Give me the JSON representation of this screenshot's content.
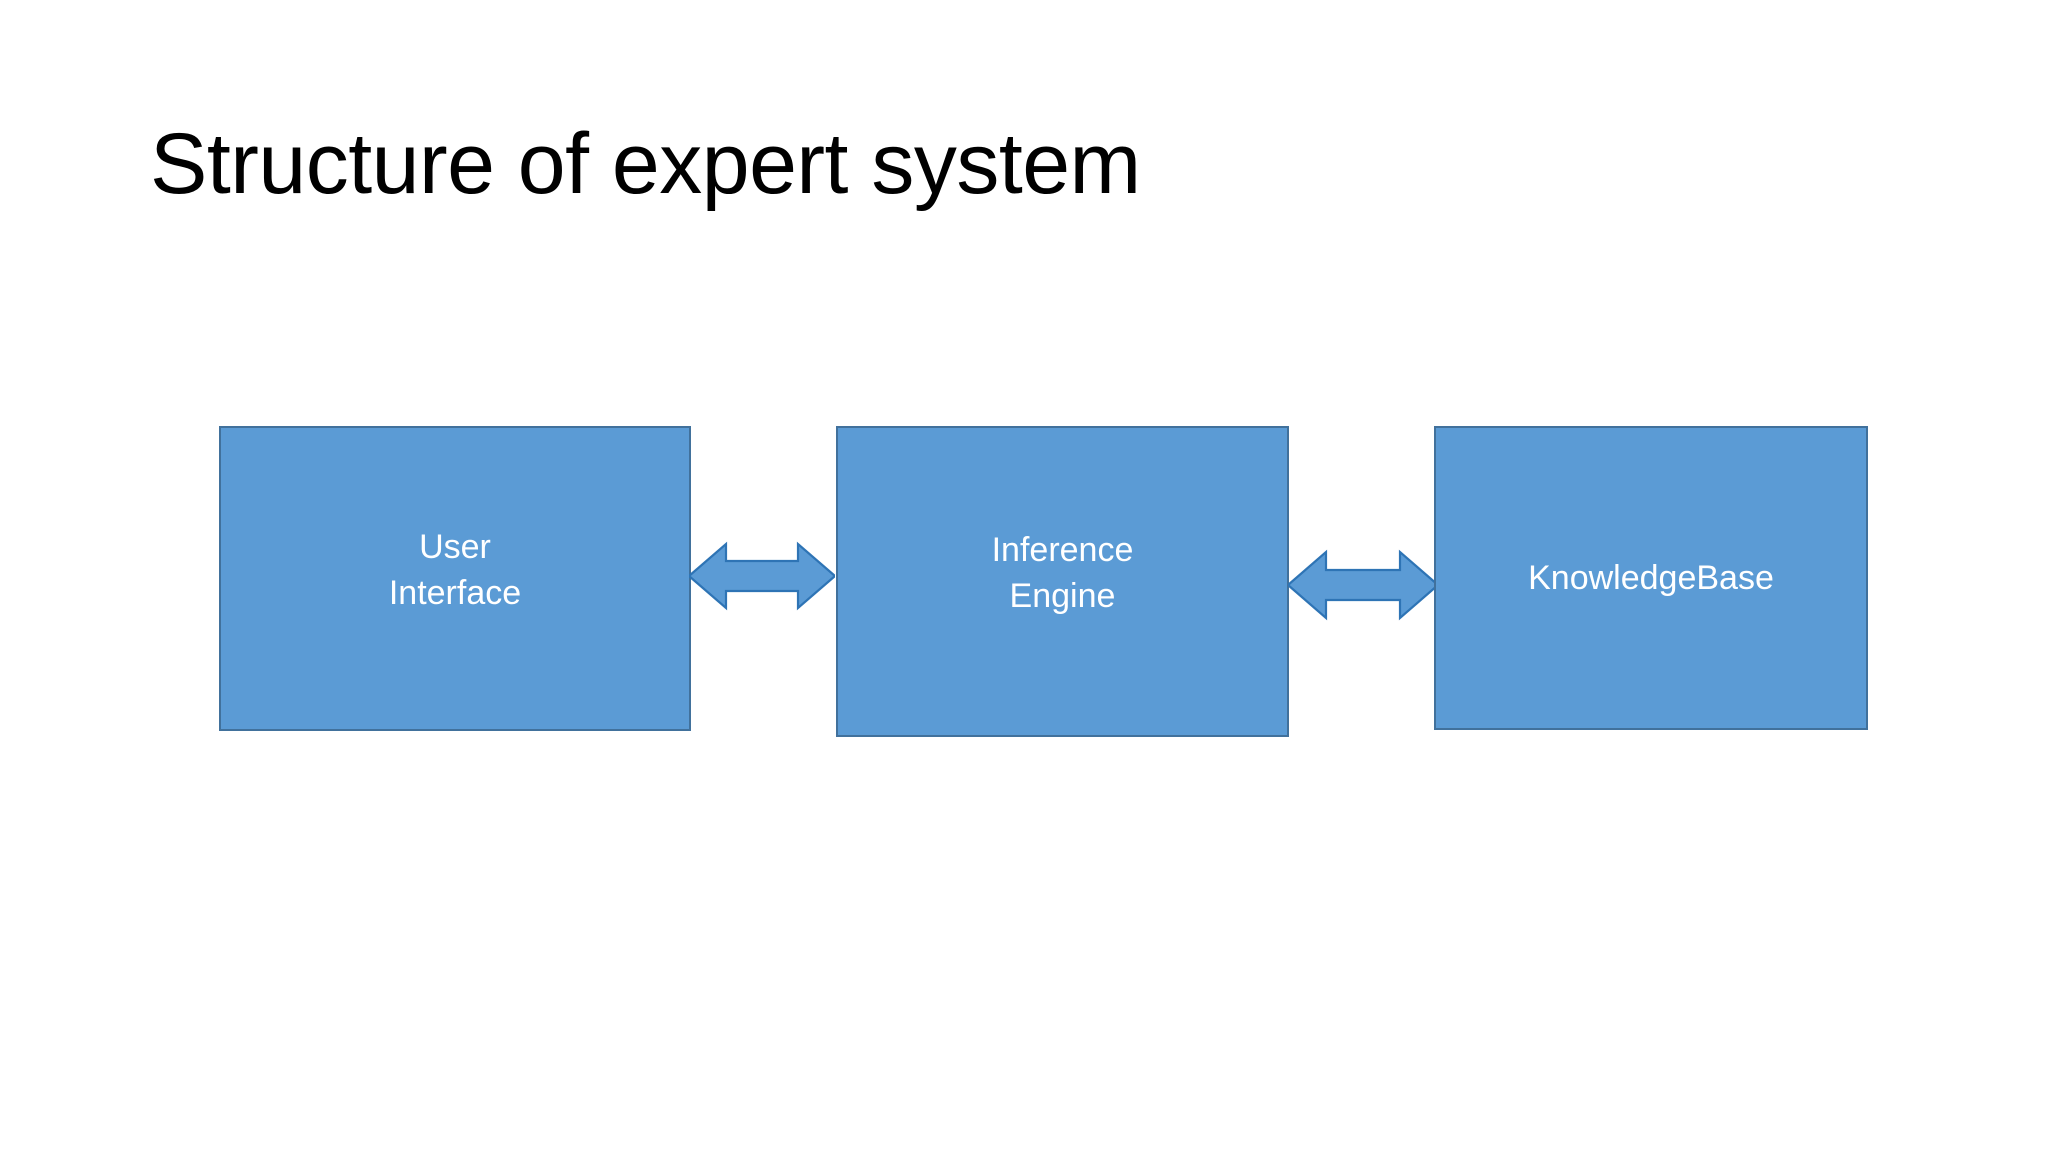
{
  "slide": {
    "title": "Structure of expert system",
    "background_color": "#FFFFFF",
    "title_color": "#000000"
  },
  "theme": {
    "shape_fill": "#5B9BD5",
    "shape_border": "#41719C",
    "shape_text_color": "#FFFFFF",
    "arrow_fill": "#5B9BD5",
    "arrow_border": "#2E74B5"
  },
  "diagram": {
    "type": "block-flow",
    "nodes": [
      {
        "id": "user-interface",
        "label": "User\nInterface",
        "label_line1": "User",
        "label_line2": "Interface"
      },
      {
        "id": "inference-engine",
        "label": "Inference\nEngine",
        "label_line1": "Inference",
        "label_line2": "Engine"
      },
      {
        "id": "knowledge-base",
        "label": "KnowledgeBase",
        "label_line1": "KnowledgeBase",
        "label_line2": ""
      }
    ],
    "connectors": [
      {
        "id": "ui-to-engine",
        "from": "user-interface",
        "to": "inference-engine",
        "style": "double-headed-arrow"
      },
      {
        "id": "engine-to-kb",
        "from": "inference-engine",
        "to": "knowledge-base",
        "style": "double-headed-arrow"
      }
    ]
  }
}
